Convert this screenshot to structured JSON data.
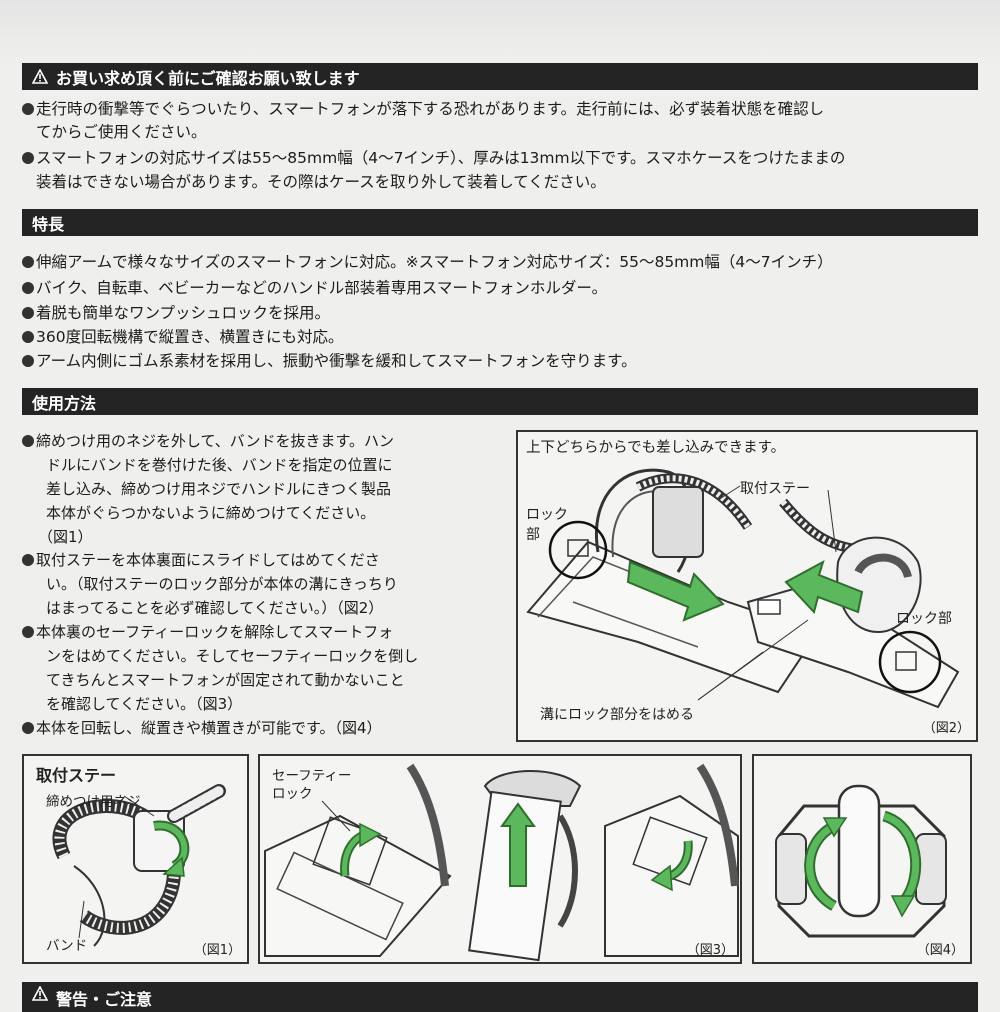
{
  "caution": {
    "title": "お買い求め頂く前にご確認お願い致します",
    "items": [
      [
        "走行時の衝撃等でぐらついたり、スマートフォンが落下する恐れがあります。走行前には、必ず装着状態を確認し",
        "てからご使用ください。"
      ],
      [
        "スマートフォンの対応サイズは55〜85mm幅（4〜7インチ）、厚みは13mm以下です。スマホケースをつけたままの",
        "装着はできない場合があります。その際はケースを取り外して装着してください。"
      ]
    ]
  },
  "features": {
    "title": "特長",
    "items": [
      "伸縮アームで様々なサイズのスマートフォンに対応。※スマートフォン対応サイズ：55〜85mm幅（4〜7インチ）",
      "バイク、自転車、ベビーカーなどのハンドル部装着専用スマートフォンホルダー。",
      "着脱も簡単なワンプッシュロックを採用。",
      "360度回転機構で縦置き、横置きにも対応。",
      "アーム内側にゴム系素材を採用し、振動や衝撃を緩和してスマートフォンを守ります。"
    ]
  },
  "usage": {
    "title": "使用方法",
    "steps": [
      [
        "締めつけ用のネジを外して、バンドを抜きます。ハン",
        "ドルにバンドを巻付けた後、バンドを指定の位置に",
        "差し込み、締めつけ用ネジでハンドルにきつく製品",
        "本体がぐらつかないように締めつけてください。",
        "（図1）"
      ],
      [
        "取付ステーを本体裏面にスライドしてはめてくださ",
        "い。（取付ステーのロック部分が本体の溝にきっちり",
        "はまってることを必ず確認してください。）（図2）"
      ],
      [
        "本体裏のセーフティーロックを解除してスマートフォ",
        "ンをはめてください。そしてセーフティーロックを倒し",
        "てきちんとスマートフォンが固定されて動かないこと",
        "を確認してください。（図3）"
      ],
      [
        "本体を回転し、縦置きや横置きが可能です。（図4）"
      ]
    ]
  },
  "fig2": {
    "caption": "上下どちらからでも差し込みできます。",
    "label_stay": "取付ステー",
    "label_lock_left": [
      "ロック",
      "部"
    ],
    "label_lock_right": "ロック部",
    "label_groove": "溝にロック部分をはめる",
    "number": "（図2）"
  },
  "fig1": {
    "title": "取付ステー",
    "label_screw": "締めつけ用ネジ",
    "label_band": "バンド",
    "number": "（図1）"
  },
  "fig3": {
    "label_lock": [
      "セーフティー",
      "ロック"
    ],
    "number": "（図3）"
  },
  "fig4": {
    "number": "（図4）"
  },
  "warning": {
    "title": "警告・ご注意"
  },
  "colors": {
    "bar": "#242424",
    "arrow_green": "#5cb85c",
    "arrow_outline": "#2f6e2f"
  }
}
